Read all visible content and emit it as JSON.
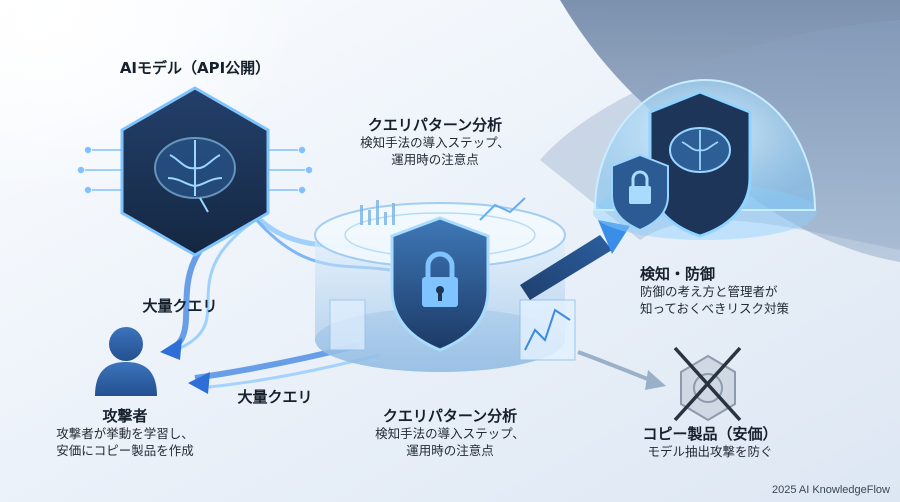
{
  "ai_model": {
    "title": "AIモデル（API公開）"
  },
  "query_pattern_top": {
    "title": "クエリパターン分析",
    "line1": "検知手法の導入ステップ、",
    "line2": "運用時の注意点"
  },
  "detection": {
    "title": "検知・防御",
    "line1": "防御の考え方と管理者が",
    "line2": "知っておくべきリスク対策"
  },
  "flow_labels": {
    "upper": "大量クエリ",
    "lower": "大量クエリ"
  },
  "attacker": {
    "title": "攻撃者",
    "line1": "攻撃者が挙動を学習し、",
    "line2": "安価にコピー製品を作成"
  },
  "query_pattern_bottom": {
    "title": "クエリパターン分析",
    "line1": "検知手法の導入ステップ、",
    "line2": "運用時の注意点"
  },
  "copy_product": {
    "title": "コピー製品（安価）",
    "line1": "モデル抽出攻撃を防ぐ"
  },
  "footer": {
    "credit": "2025 AI KnowledgeFlow"
  },
  "icons": [
    "brain-chip-icon",
    "shield-lock-icon",
    "brain-dome-icon",
    "small-lock-shield-icon",
    "user-icon",
    "crossed-chip-icon"
  ],
  "colors": {
    "accent": "#3a8ee8",
    "dark_navy": "#1d3558",
    "attacker_blue": "#2f62a8",
    "cross": "#2a3340"
  }
}
